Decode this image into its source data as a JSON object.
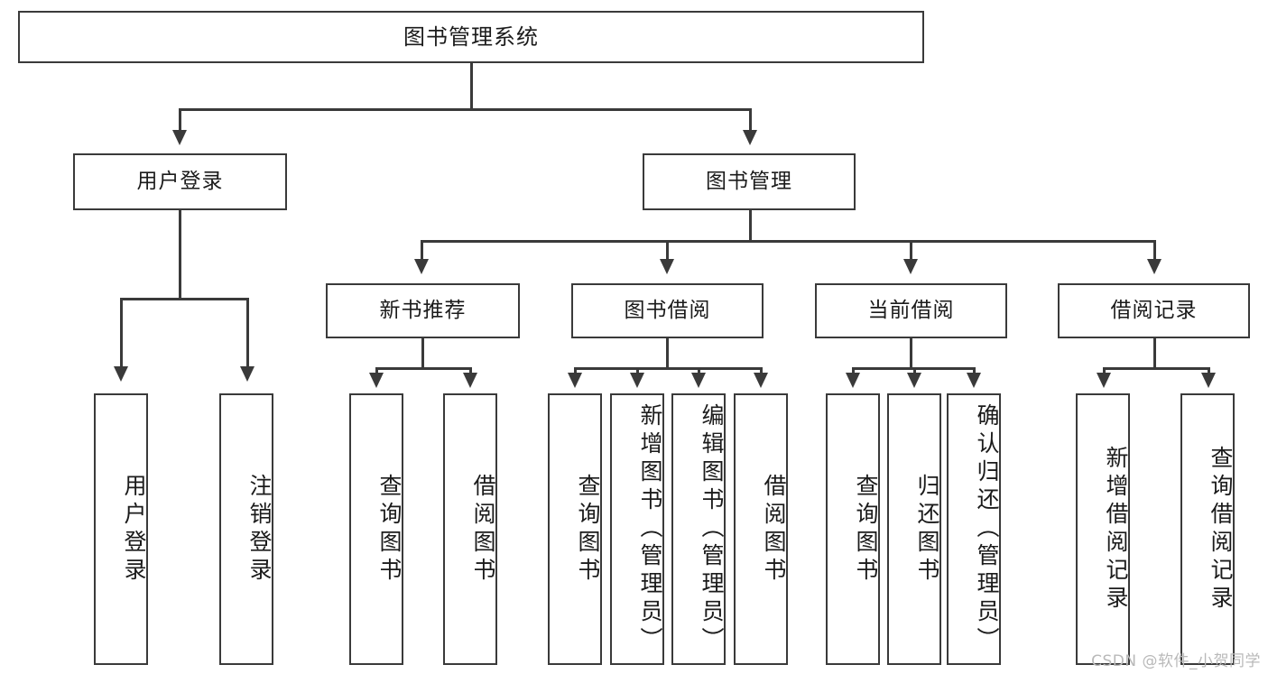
{
  "diagram": {
    "title": "图书管理系统",
    "watermark": "CSDN @软件_小贺同学",
    "nodes": {
      "root": "图书管理系统",
      "level2": [
        "用户登录",
        "图书管理"
      ],
      "level3": [
        "新书推荐",
        "图书借阅",
        "当前借阅",
        "借阅记录"
      ],
      "leaves": {
        "user_login": [
          "用户登录",
          "注销登录"
        ],
        "new_book": [
          "查询图书",
          "借阅图书"
        ],
        "book_borrow": [
          "查询图书",
          "新增图书（管理员）",
          "编辑图书（管理员）",
          "借阅图书"
        ],
        "current_borrow": [
          "查询图书",
          "归还图书",
          "确认归还（管理员）"
        ],
        "borrow_record": [
          "新增借阅记录",
          "查询借阅记录"
        ]
      }
    },
    "colors": {
      "stroke": "#3a3a3a",
      "fill": "#ffffff",
      "text": "#1b1b1b",
      "watermark": "#b9b9b9"
    }
  }
}
